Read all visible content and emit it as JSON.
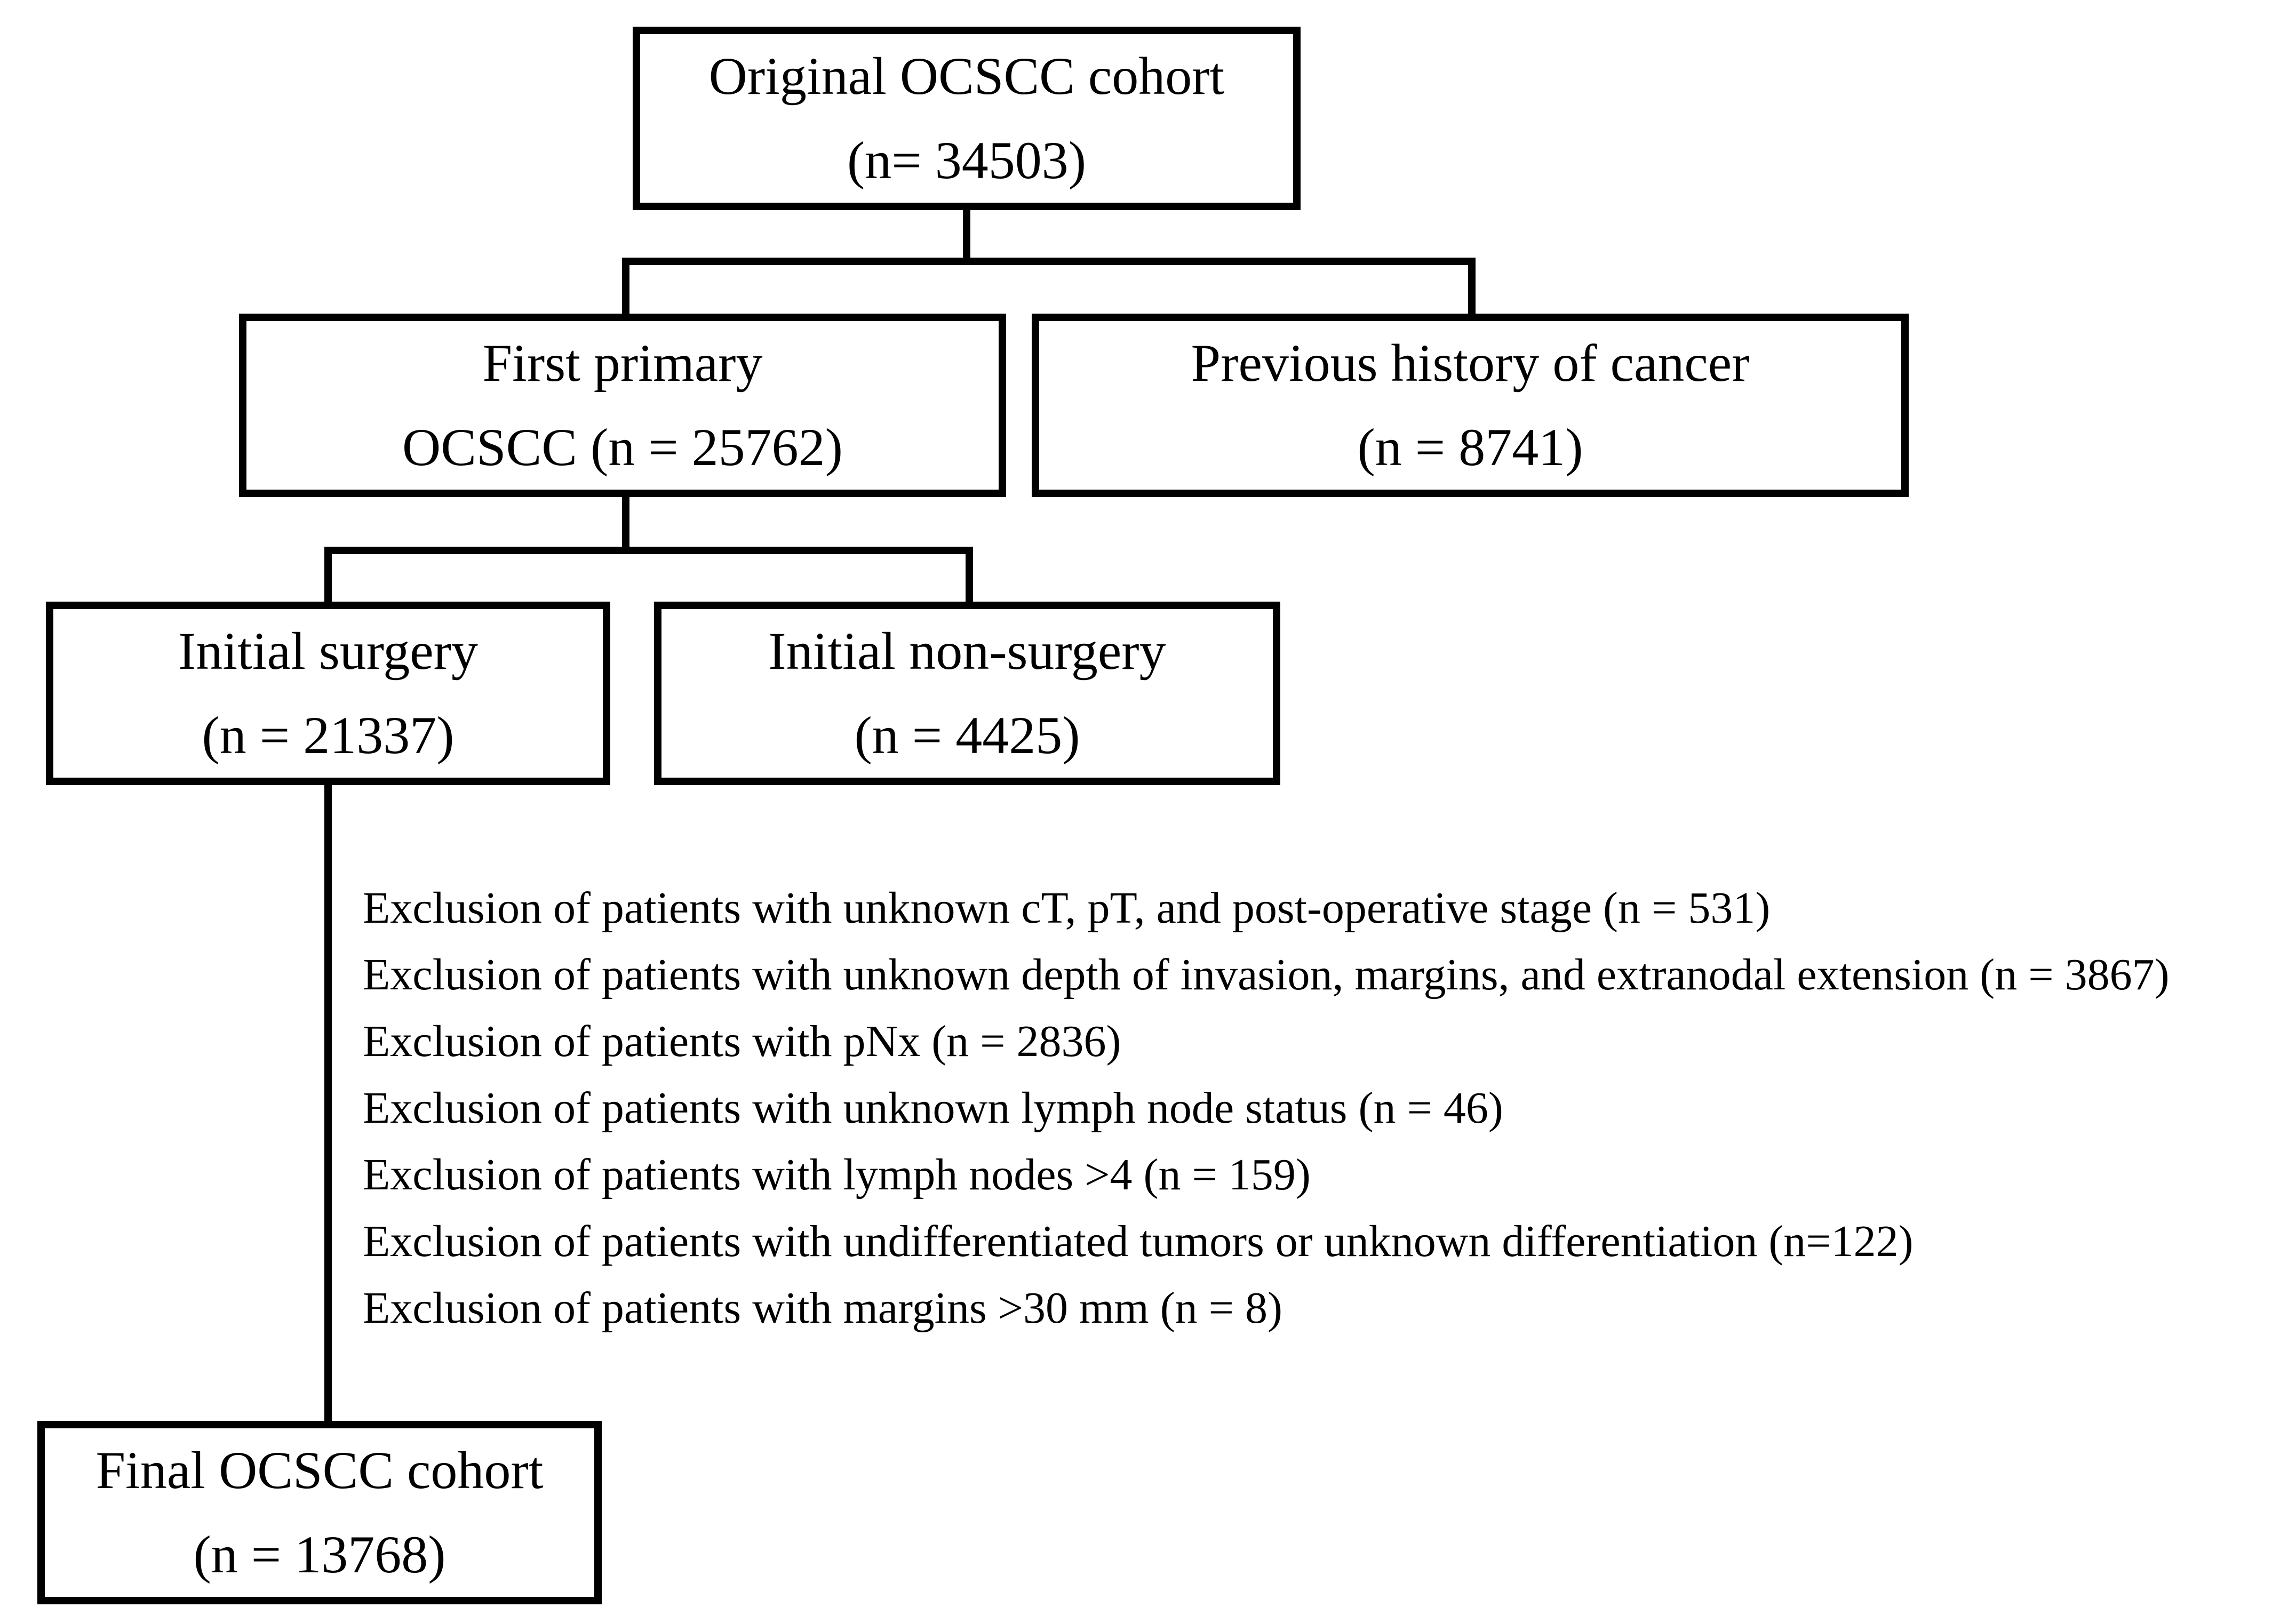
{
  "flowchart": {
    "original_cohort": {
      "line1": "Original OCSCC cohort",
      "line2": "(n= 34503)"
    },
    "first_primary": {
      "line1": "First primary",
      "line2": "OCSCC (n = 25762)"
    },
    "previous_history": {
      "line1": "Previous history of cancer",
      "line2": "(n = 8741)"
    },
    "initial_surgery": {
      "line1": "Initial surgery",
      "line2": "(n = 21337)"
    },
    "initial_non_surgery": {
      "line1": "Initial non-surgery",
      "line2": "(n = 4425)"
    },
    "exclusions": [
      "Exclusion of patients with unknown cT, pT, and post-operative stage (n = 531)",
      "Exclusion of patients with unknown depth of invasion, margins, and extranodal extension (n = 3867)",
      "Exclusion of patients with pNx (n = 2836)",
      "Exclusion of patients with unknown lymph node status (n = 46)",
      "Exclusion of patients with lymph nodes >4 (n = 159)",
      "Exclusion of patients with undifferentiated tumors or unknown differentiation (n=122)",
      "Exclusion of patients with margins >30 mm (n = 8)"
    ],
    "final_cohort": {
      "line1": "Final OCSCC cohort",
      "line2": "(n = 13768)"
    }
  }
}
